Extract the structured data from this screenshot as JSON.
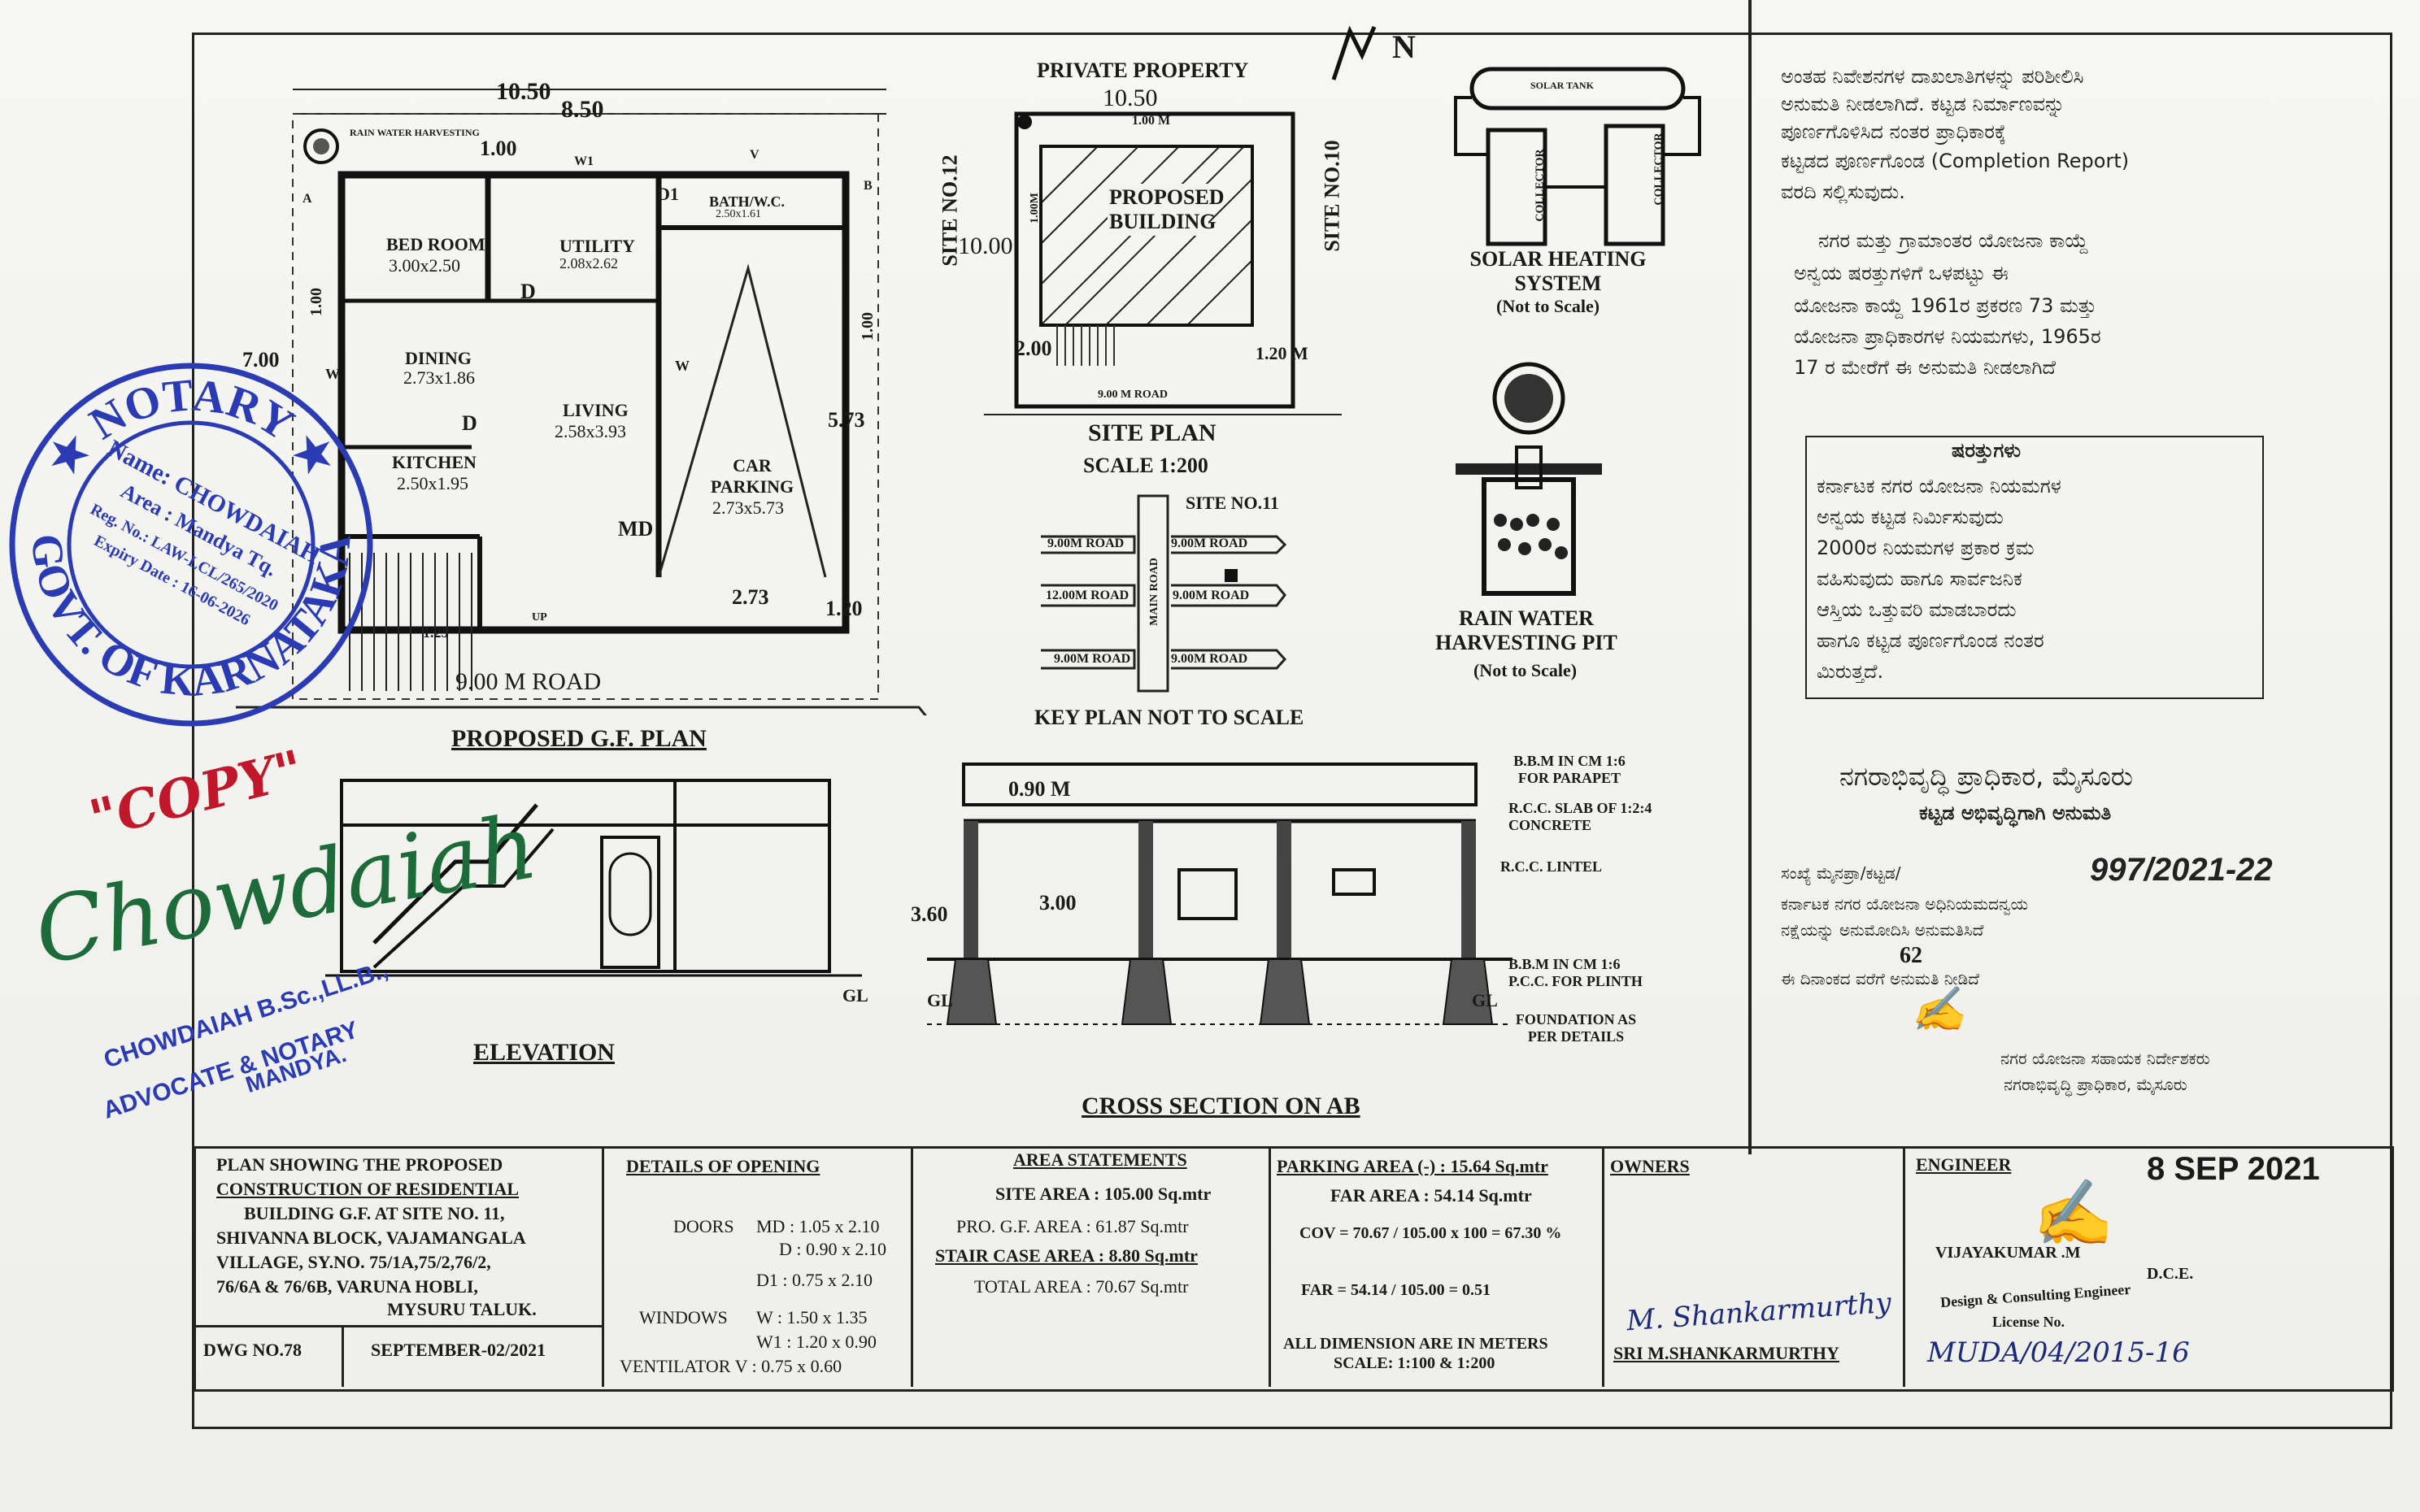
{
  "north": "N",
  "gf_plan": {
    "title": "PROPOSED G.F. PLAN",
    "dim_overall": "10.50",
    "dim_inner": "8.50",
    "dim_1": "1.00",
    "dim_left": "7.00",
    "dim_right": "5.73",
    "dim_parking": "2.73",
    "dim_120": "1.20",
    "dim_125": "1.25",
    "dim_100a": "1.00",
    "dim_100b": "1.00",
    "rain_label": "RAIN WATER HARVESTING",
    "rooms": [
      {
        "name": "BED ROOM",
        "size": "3.00x2.50"
      },
      {
        "name": "UTILITY",
        "size": "2.08x2.62"
      },
      {
        "name": "BATH/W.C.",
        "size": "2.50x1.61"
      },
      {
        "name": "DINING",
        "size": "2.73x1.86"
      },
      {
        "name": "LIVING",
        "size": "2.58x3.93"
      },
      {
        "name": "KITCHEN",
        "size": "2.50x1.95"
      },
      {
        "name": "CAR PARKING",
        "size": "2.73x5.73"
      }
    ],
    "marks": {
      "d": "D",
      "d1": "D1",
      "w": "W",
      "w1": "W1",
      "v": "V",
      "md": "MD",
      "up": "UP",
      "a": "A",
      "b": "B"
    },
    "road": "9.00 M ROAD"
  },
  "site_plan": {
    "title": "SITE PLAN",
    "scale": "SCALE 1:200",
    "top": "PRIVATE PROPERTY",
    "width": "10.50",
    "depth": "10.00",
    "setback_top": "1.00 M",
    "setback_left": "1.00M",
    "setback_front": "2.00",
    "setback_right": "1.20 M",
    "building": "PROPOSED BUILDING",
    "left_site": "SITE NO.12",
    "right_site": "SITE NO.10",
    "road": "9.00 M ROAD"
  },
  "key_plan": {
    "title": "KEY PLAN NOT TO SCALE",
    "site": "SITE NO.11",
    "main_road": "MAIN ROAD",
    "roads": [
      "9.00M ROAD",
      "9.00M ROAD",
      "12.00M ROAD",
      "9.00M ROAD",
      "9.00M ROAD",
      "9.00M ROAD"
    ]
  },
  "solar": {
    "tank": "SOLAR TANK",
    "collector": "COLLECTOR",
    "title": "SOLAR HEATING SYSTEM",
    "note": "(Not to Scale)"
  },
  "rain_pit": {
    "title": "RAIN WATER HARVESTING PIT",
    "note": "(Not to Scale)"
  },
  "elevation": {
    "title": "ELEVATION",
    "gl": "GL"
  },
  "section": {
    "title": "CROSS SECTION ON AB",
    "dim_090": "0.90 M",
    "dim_360": "3.60",
    "dim_300": "3.00",
    "gl": "GL",
    "notes": [
      "B.B.M IN CM 1:6 FOR PARAPET",
      "R.C.C. SLAB OF 1:2:4 CONCRETE",
      "R.C.C. LINTEL",
      "B.B.M IN CM 1:6 P.C.C. FOR PLINTH",
      "FOUNDATION AS PER DETAILS"
    ]
  },
  "kannada": {
    "lines_top": [
      "ಅಂತಹ ನಿವೇಶನಗಳ ದಾಖಲಾತಿಗಳನ್ನು ಪರಿಶೀಲಿಸಿ",
      "ಅನುಮತಿ ನೀಡಲಾಗಿದೆ. ಕಟ್ಟಡ ನಿರ್ಮಾಣವನ್ನು",
      "ಪೂರ್ಣಗೊಳಿಸಿದ ನಂತರ ಪ್ರಾಧಿಕಾರಕ್ಕೆ",
      "ಕಟ್ಟಡದ ಪೂರ್ಣಗೊಂಡ (Completion Report)",
      "ವರದಿ ಸಲ್ಲಿಸುವುದು."
    ],
    "lines_mid": [
      "ನಗರ ಮತ್ತು ಗ್ರಾಮಾಂತರ ಯೋಜನಾ ಕಾಯ್ದೆ",
      "ಅನ್ವಯ ಷರತ್ತುಗಳಿಗೆ ಒಳಪಟ್ಟು ಈ",
      "ಯೋಜನಾ ಕಾಯ್ದೆ 1961ರ ಪ್ರಕರಣ 73 ಮತ್ತು",
      "ಯೋಜನಾ ಪ್ರಾಧಿಕಾರಗಳ ನಿಯಮಗಳು, 1965ರ",
      "17 ರ ಮೇರೆಗೆ ಈ ಅನುಮತಿ ನೀಡಲಾಗಿದೆ"
    ],
    "box_title": "ಷರತ್ತುಗಳು",
    "box_lines": [
      "ಕರ್ನಾಟಕ ನಗರ ಯೋಜನಾ ನಿಯಮಗಳ",
      "ಅನ್ವಯ ಕಟ್ಟಡ ನಿರ್ಮಿಸುವುದು",
      "2000ರ ನಿಯಮಗಳ ಪ್ರಕಾರ ಕ್ರಮ",
      "ವಹಿಸುವುದು ಹಾಗೂ ಸಾರ್ವಜನಿಕ",
      "ಆಸ್ತಿಯ ಒತ್ತುವರಿ ಮಾಡಬಾರದು",
      "ಹಾಗೂ ಕಟ್ಟಡ ಪೂರ್ಣಗೊಂಡ ನಂತರ",
      "ಮಿರುತ್ತದೆ."
    ],
    "authority": "ನಗರಾಭಿವೃದ್ಧಿ ಪ್ರಾಧಿಕಾರ, ಮೈಸೂರು",
    "permit": "ಕಟ್ಟಡ ಅಭಿವೃದ್ಧಿಗಾಗಿ ಅನುಮತಿ",
    "number": "997/2021-22",
    "num_prefix": "ಸಂಖ್ಯೆ ಮೈನಪ್ರಾ/ಕಟ್ಟಡ/",
    "perm_lines": [
      "ಕರ್ನಾಟಕ ನಗರ ಯೋಜನಾ ಅಧಿನಿಯಮದನ್ವಯ",
      "ನಕ್ಷೆಯನ್ನು ಅನುಮೋದಿಸಿ ಅನುಮತಿಸಿದೆ"
    ],
    "no62": "62",
    "sign_line": "ಈ ದಿನಾಂಕದ ವರೆಗೆ ಅನುಮತಿ ನೀಡಿದೆ",
    "officer": "ನಗರ ಯೋಜನಾ ಸಹಾಯಕ ನಿರ್ದೇಶಕರು",
    "officer2": "ನಗರಾಭಿವೃದ್ಧಿ ಪ್ರಾಧಿಕಾರ, ಮೈಸೂರು"
  },
  "notary": {
    "ring_top": "★ NOTARY ★",
    "ring_bottom": "GOVT. OF KARNATAKA",
    "name": "Name: CHOWDAIAH",
    "area": "Area : Mandya Tq.",
    "reg": "Reg. No.: LAW-LCL/265/2020",
    "expiry": "Expiry Date : 16-06-2026",
    "copy": "\"COPY\"",
    "sig": "Chowdaiah",
    "line1": "CHOWDAIAH B.Sc.,LL.B.,",
    "line2": "ADVOCATE & NOTARY",
    "line3": "MANDYA."
  },
  "title_block": {
    "project": [
      "PLAN SHOWING THE PROPOSED",
      "CONSTRUCTION OF RESIDENTIAL",
      "BUILDING G.F. AT SITE NO. 11,",
      "SHIVANNA BLOCK, VAJAMANGALA",
      "VILLAGE, SY.NO. 75/1A,75/2,76/2,",
      "76/6A & 76/6B, VARUNA HOBLI,",
      "MYSURU TALUK."
    ],
    "dwg_no": "DWG NO.78",
    "date": "SEPTEMBER-02/2021",
    "openings_title": "DETAILS OF OPENING",
    "doors_label": "DOORS",
    "doors": [
      "MD : 1.05 x 2.10",
      "D : 0.90 x 2.10",
      "D1 : 0.75 x 2.10"
    ],
    "windows_label": "WINDOWS",
    "windows": [
      "W : 1.50 x 1.35",
      "W1 : 1.20 x 0.90"
    ],
    "ventilator": "VENTILATOR V : 0.75 x 0.60",
    "area_title": "AREA STATEMENTS",
    "site_area": "SITE AREA : 105.00 Sq.mtr",
    "pro_gf": "PRO. G.F. AREA : 61.87 Sq.mtr",
    "stair": "STAIR CASE AREA : 8.80 Sq.mtr",
    "total": "TOTAL AREA : 70.67 Sq.mtr",
    "parking": "PARKING AREA (-) : 15.64 Sq.mtr",
    "far_area": "FAR AREA : 54.14 Sq.mtr",
    "cov": "COV = 70.67 / 105.00 x 100 = 67.30 %",
    "far": "FAR = 54.14 / 105.00 = 0.51",
    "dims": "ALL DIMENSION ARE IN METERS",
    "scale": "SCALE: 1:100 & 1:200",
    "owners_title": "OWNERS",
    "owner_sig": "M. Shankarmurthy",
    "owner": "SRI M.SHANKARMURTHY",
    "engineer_title": "ENGINEER",
    "engineer_name": "VIJAYAKUMAR .M",
    "engineer_deg": "D.C.E.",
    "engineer_role": "Design & Consulting Engineer",
    "licence": "License No.",
    "licence_no": "MUDA/04/2015-16",
    "stamp_date": "8 SEP 2021"
  },
  "colors": {
    "ink": "#1a1a1a",
    "stamp_blue": "#2a3bb3",
    "copy_red": "#c0182a",
    "sig_green": "#1e6b3a"
  }
}
